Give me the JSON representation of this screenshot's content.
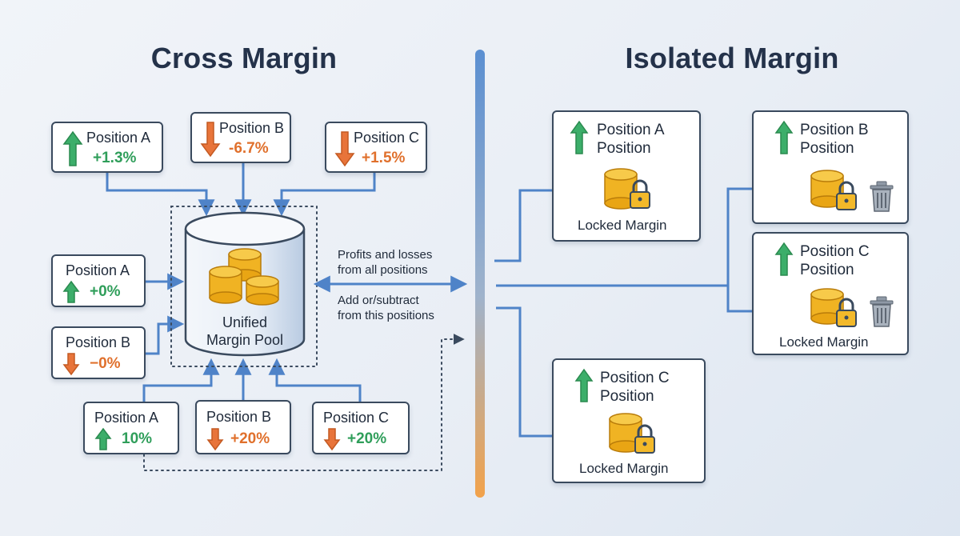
{
  "titles": {
    "left": "Cross Margin",
    "right": "Isolated Margin"
  },
  "cross": {
    "top": [
      {
        "label": "Position A",
        "value": "+1.3%",
        "dir": "up"
      },
      {
        "label": "Position B",
        "value": "-6.7%",
        "dir": "down"
      },
      {
        "label": "Position C",
        "value": "+1.5%",
        "dir": "down"
      }
    ],
    "side": [
      {
        "label": "Position A",
        "value": "+0%",
        "dir": "up"
      },
      {
        "label": "Position B",
        "value": "−0%",
        "dir": "down"
      }
    ],
    "bottom": [
      {
        "label": "Position A",
        "value": "10%",
        "dir": "up"
      },
      {
        "label": "Position B",
        "value": "+20%",
        "dir": "down"
      },
      {
        "label": "Position C",
        "value": "+20%",
        "dir": "down"
      }
    ],
    "pool": {
      "line1": "Unified",
      "line2": "Margin Pool"
    },
    "notes": {
      "pnl_line1": "Profits and losses",
      "pnl_line2": "from all positions",
      "add_line1": "Add or/subtract",
      "add_line2": "from this positions"
    }
  },
  "isolated": {
    "cards": [
      {
        "line1": "Position A",
        "line2": "Position",
        "locked": "Locked Margin"
      },
      {
        "line1": "Position B",
        "line2": "Position",
        "locked": ""
      },
      {
        "line1": "Position C",
        "line2": "Position",
        "locked": "Locked Margin"
      },
      {
        "line1": "Position C",
        "line2": "Position",
        "locked": "Locked Margin"
      }
    ]
  },
  "colors": {
    "green": "#2f9e5a",
    "orange": "#e0702c",
    "connector": "#5b8fd1",
    "divider_top": "#5b8fd1",
    "divider_bottom": "#f2a24a",
    "coin": "#f3b92a"
  }
}
